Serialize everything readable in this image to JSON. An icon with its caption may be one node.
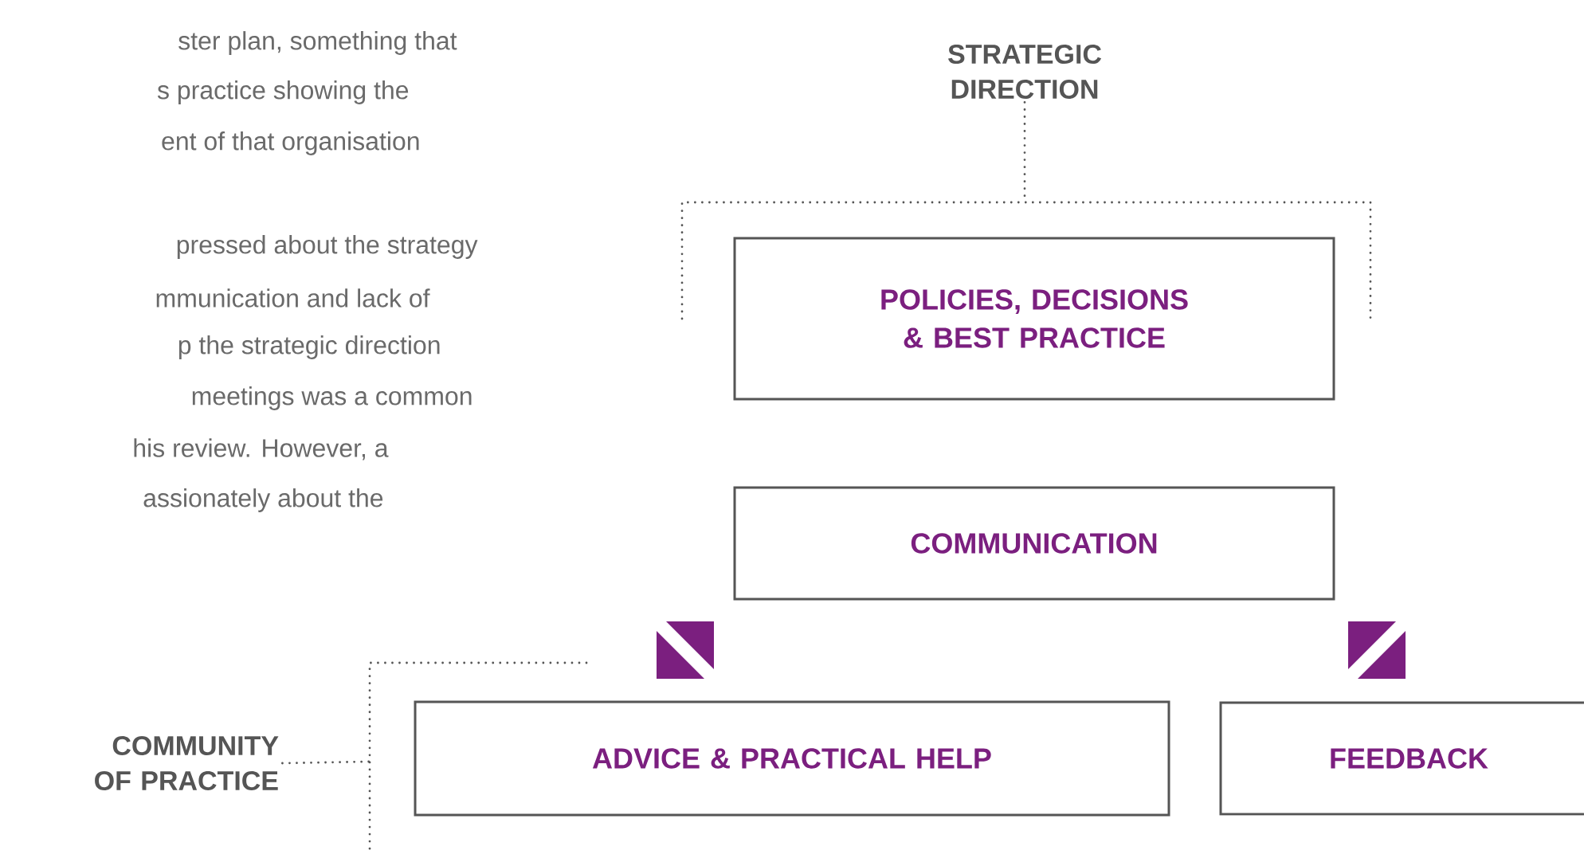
{
  "diagram": {
    "nodes": [
      {
        "text": [
          "STRATEGIC DIRECTION"
        ]
      },
      {
        "text": [
          "POLICIES, DECISIONS & BEST PRACTICE"
        ]
      },
      {
        "text": [
          "COMMUNICATION"
        ]
      },
      {
        "text": [
          "ADVICE & PRACTICAL HELP"
        ]
      },
      {
        "text": [
          "FEEDBACK"
        ]
      },
      {
        "text": [
          "COMMUNITY OF PRACTICE"
        ]
      }
    ],
    "edges": [
      {
        "from": 0,
        "to": 1,
        "arrow": "none",
        "style": "dashed"
      },
      {
        "from": 2,
        "to": 3,
        "arrow": "to",
        "color": "#7b1f7f"
      },
      {
        "from": 2,
        "to": 4,
        "arrow": "to",
        "color": "#7b1f7f"
      },
      {
        "from": 5,
        "to": 3,
        "arrow": "none",
        "style": "dashed"
      }
    ],
    "labels": [
      "ster plan, something that",
      "s practice showing the",
      "ent of that organisation",
      "pressed about the strategy",
      "mmunication and lack of",
      "p the strategic direction",
      " meetings was a common",
      "his review. However, a",
      "assionately about the"
    ]
  }
}
